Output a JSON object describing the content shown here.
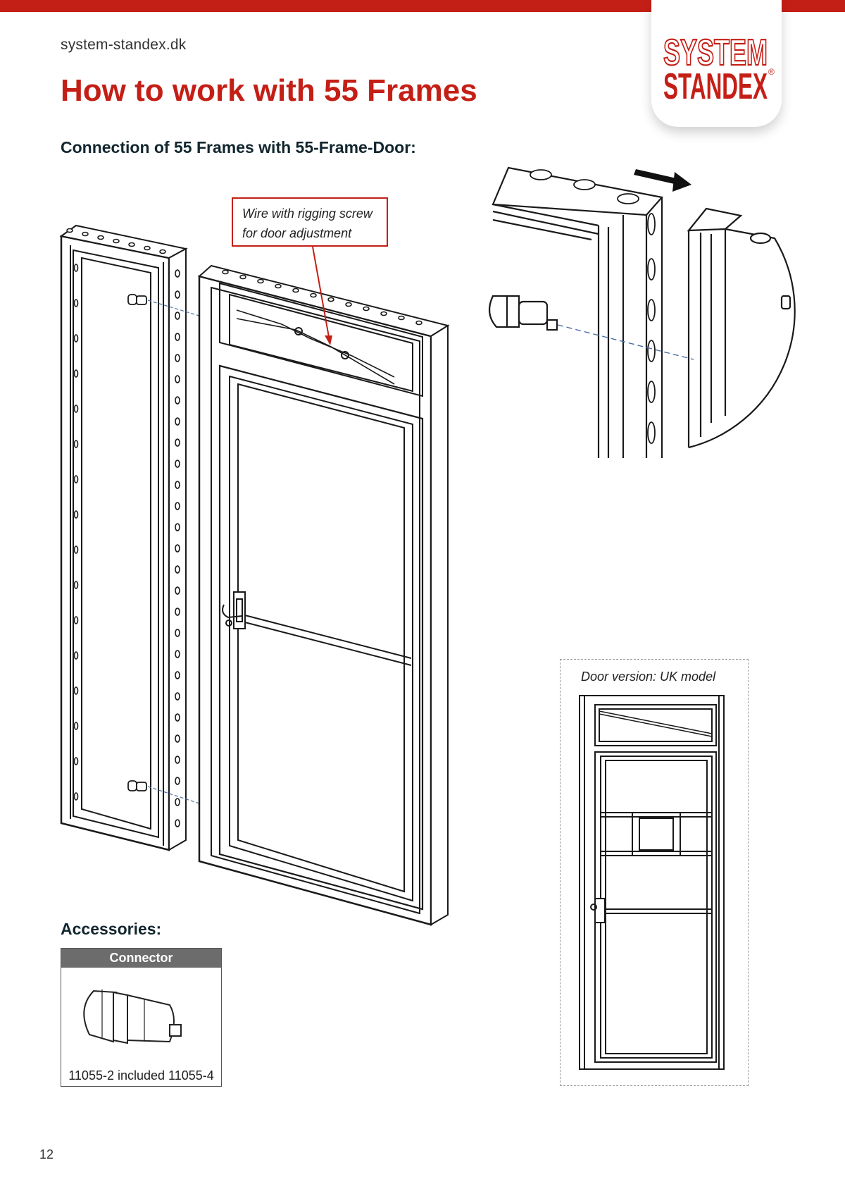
{
  "header": {
    "website": "system-standex.dk",
    "brand_top": "SYSTEM",
    "brand_bottom": "STANDEX",
    "registered_mark": "®",
    "accent_color": "#c41f16"
  },
  "title": "How to work with 55 Frames",
  "section_heading": "Connection of 55 Frames with 55-Frame-Door:",
  "callout": {
    "line1": "Wire with rigging screw",
    "line2": "for door adjustment"
  },
  "uk_model": {
    "label": "Door version: UK model"
  },
  "accessories": {
    "heading": "Accessories:",
    "item_title": "Connector",
    "item_code": "11055-2 included 11055-4"
  },
  "page_number": "12"
}
